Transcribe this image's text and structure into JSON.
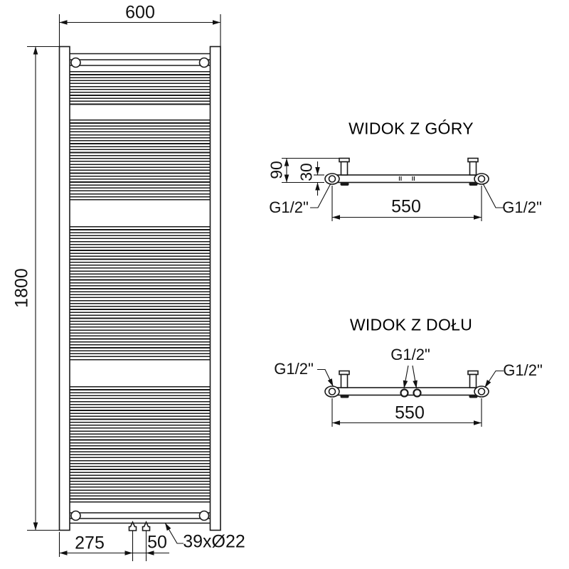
{
  "drawing": {
    "front": {
      "width": "600",
      "height": "1800",
      "valve_offset": "275",
      "valve_spacing": "50",
      "tubes": "39xØ22"
    },
    "top": {
      "title": "WIDOK Z GÓRY",
      "depth": "90",
      "tube_depth": "30",
      "span": "550",
      "g_left": "G1/2\"",
      "g_right": "G1/2\""
    },
    "bottom": {
      "title": "WIDOK Z DOŁU",
      "span": "550",
      "g_left": "G1/2\"",
      "g_center": "G1/2\"",
      "g_right": "G1/2\""
    }
  },
  "colors": {
    "line": "#1a1a1a",
    "dimension": "#111111",
    "background": "#ffffff"
  }
}
